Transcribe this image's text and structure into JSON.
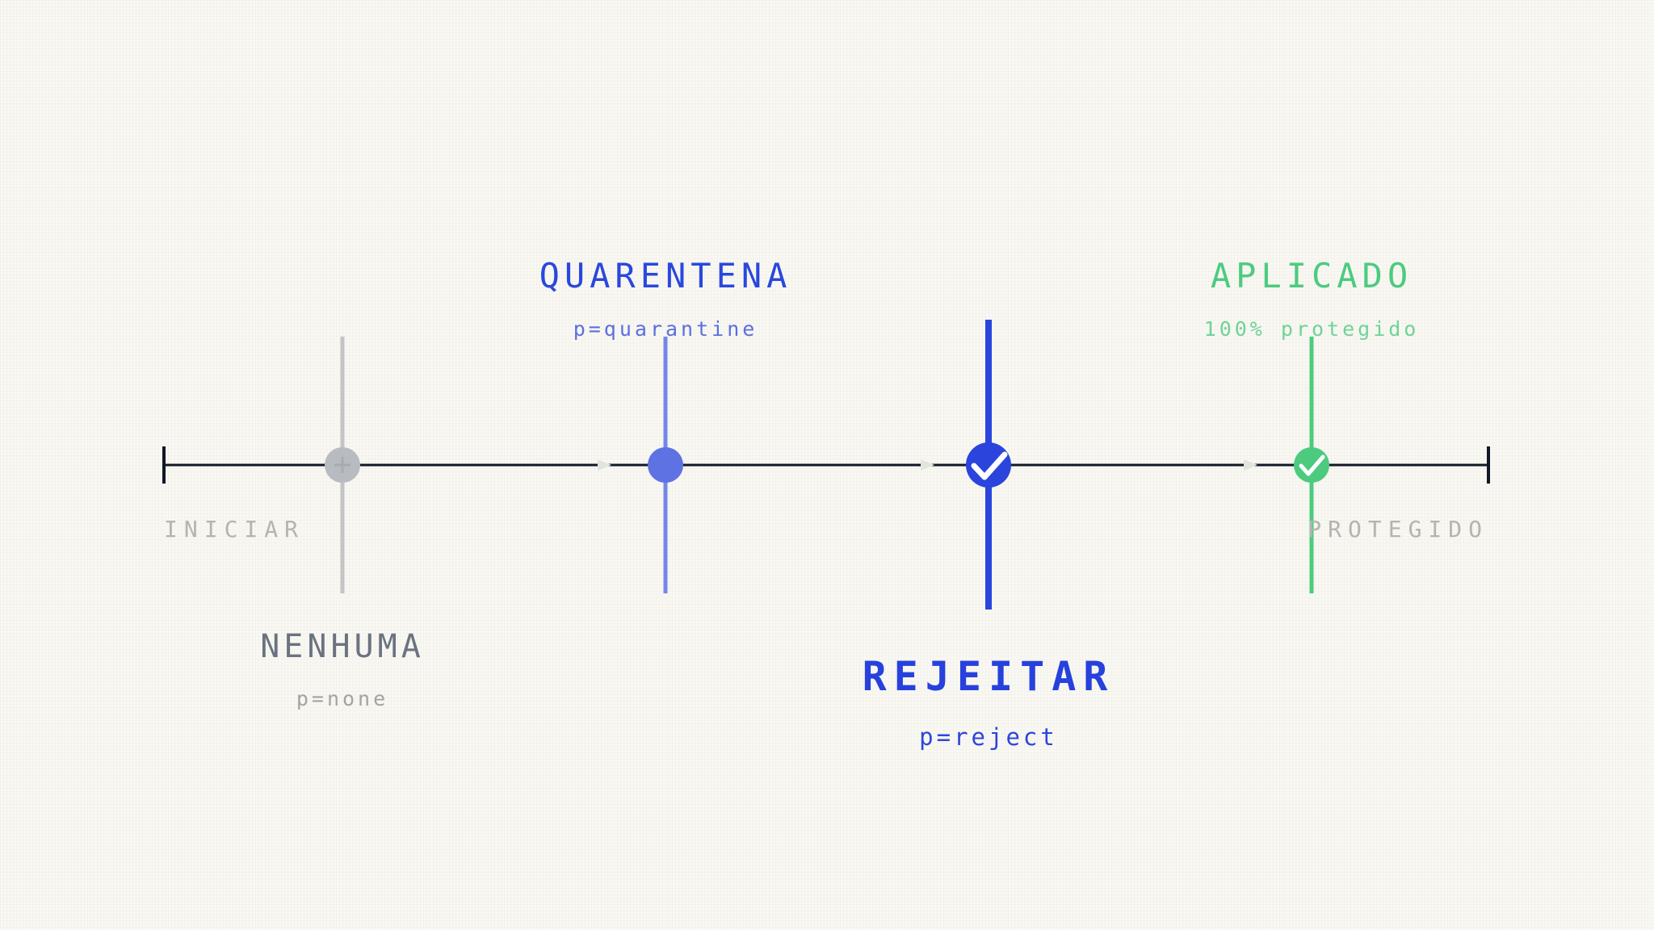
{
  "timeline": {
    "start_label": "INICIAR",
    "end_label": "PROTEGIDO",
    "axis_color": "#111827",
    "label_color": "#b4b4b0"
  },
  "stages": [
    {
      "key": "none",
      "title": "NENHUMA",
      "subtitle": "p=none",
      "title_color": "#6b7280",
      "subtitle_color": "#a3a3a3",
      "line_color": "#c4c4c4",
      "node_color": "#b8bbbf",
      "icon": "plus-icon"
    },
    {
      "key": "quarantine",
      "title": "QUARENTENA",
      "subtitle": "p=quarantine",
      "title_color": "#2a48dc",
      "subtitle_color": "#5b6fe0",
      "line_color": "#7387ea",
      "node_color": "#5e72e3",
      "icon": "none"
    },
    {
      "key": "reject",
      "title": "REJEITAR",
      "subtitle": "p=reject",
      "title_color": "#2741dc",
      "subtitle_color": "#2d46d8",
      "line_color": "#2a44dc",
      "node_color": "#2a44dc",
      "icon": "check-icon"
    },
    {
      "key": "applied",
      "title": "APLICADO",
      "subtitle": "100% protegido",
      "title_color": "#4ccb7f",
      "subtitle_color": "#6fd397",
      "line_color": "#4ccb7f",
      "node_color": "#4ccb7f",
      "icon": "check-icon"
    }
  ]
}
